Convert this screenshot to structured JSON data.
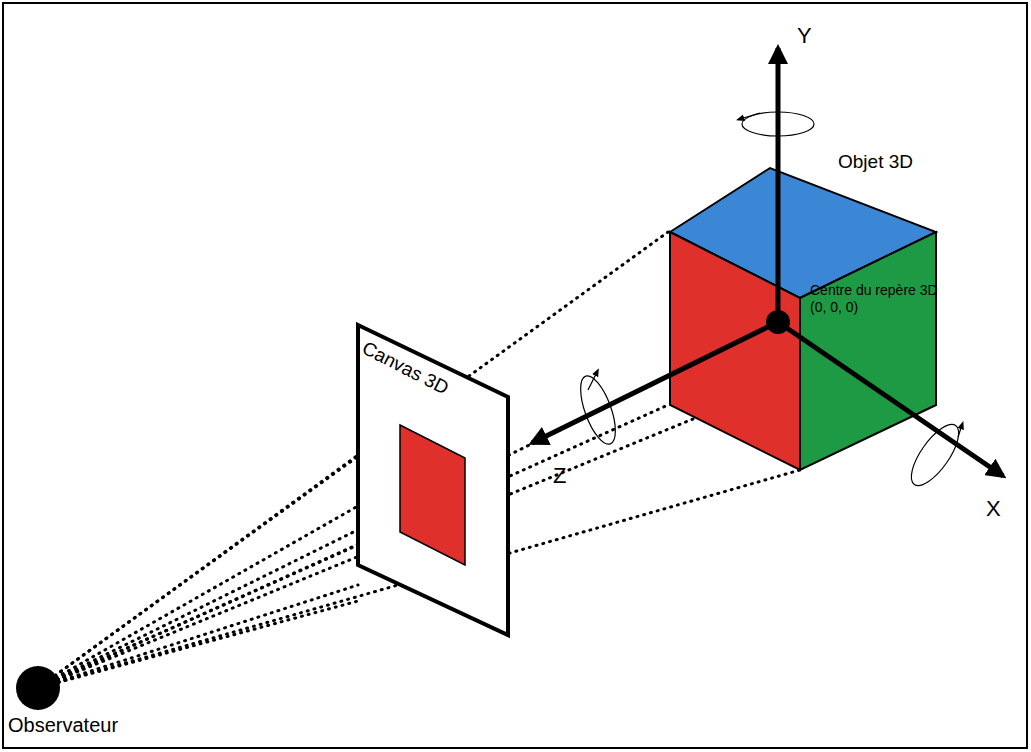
{
  "diagram": {
    "labels": [
      "Y",
      "Objet 3D",
      "Centre du repère 3D",
      "(0, 0, 0)",
      "Canvas 3D",
      "Z",
      "X",
      "Observateur"
    ]
  }
}
